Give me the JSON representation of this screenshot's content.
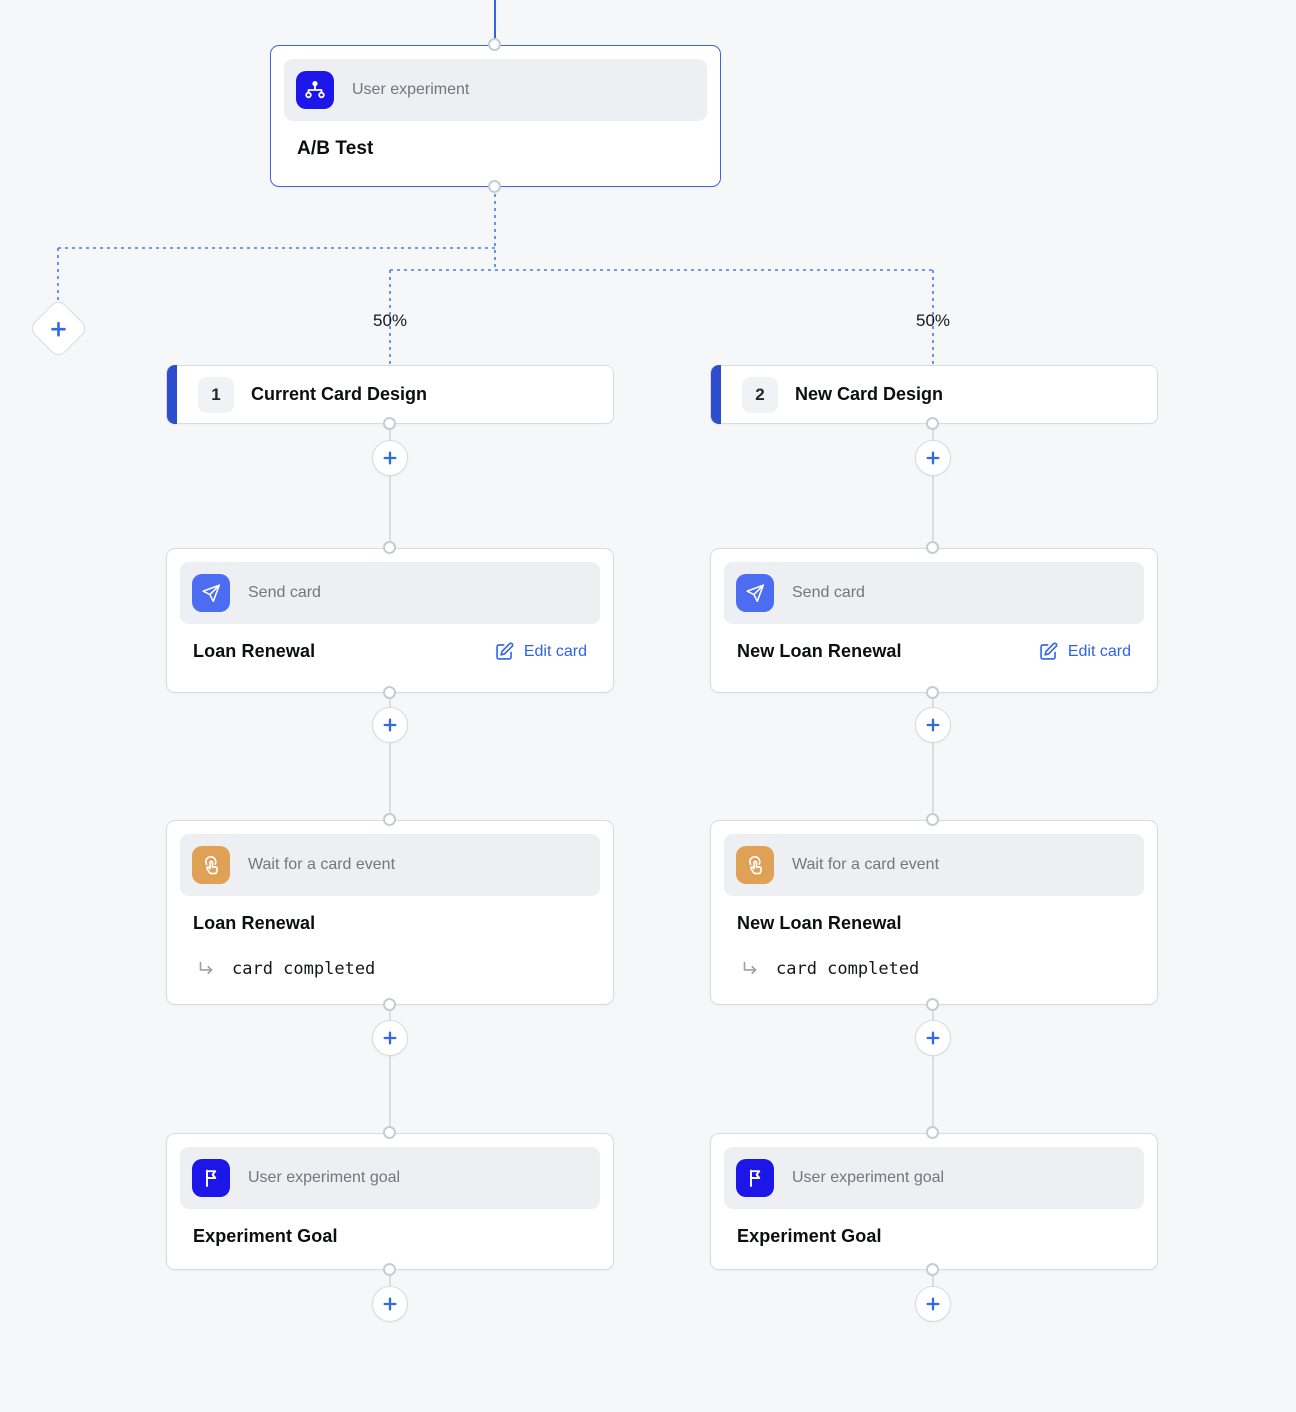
{
  "flow": {
    "root": {
      "type_label": "User experiment",
      "title": "A/B Test"
    },
    "split": {
      "left_percent": "50%",
      "right_percent": "50%"
    },
    "branches": [
      {
        "number": "1",
        "name": "Current Card Design",
        "send": {
          "type_label": "Send card",
          "title": "Loan Renewal",
          "action": "Edit card"
        },
        "wait": {
          "type_label": "Wait for a card event",
          "title": "Loan Renewal",
          "event": "card completed"
        },
        "goal": {
          "type_label": "User experiment goal",
          "title": "Experiment Goal"
        }
      },
      {
        "number": "2",
        "name": "New Card Design",
        "send": {
          "type_label": "Send card",
          "title": "New Loan Renewal",
          "action": "Edit card"
        },
        "wait": {
          "type_label": "Wait for a card event",
          "title": "New Loan Renewal",
          "event": "card completed"
        },
        "goal": {
          "type_label": "User experiment goal",
          "title": "Experiment Goal"
        }
      }
    ]
  },
  "colors": {
    "background": "#f6f7f9",
    "selected_node_border": "#3b66e0",
    "branch_accent": "#2c4ecc",
    "experiment_icon_bg": "#1c16e8",
    "goal_icon_bg": "#1c16e8",
    "send_icon_bg": "#4c6cf2",
    "wait_icon_bg": "#dfa156",
    "link_blue": "#2e62e8",
    "plus_blue": "#2f6be4",
    "dashed_connector_blue": "#4c78e8",
    "solid_connector_gray": "#d4d8dd"
  }
}
